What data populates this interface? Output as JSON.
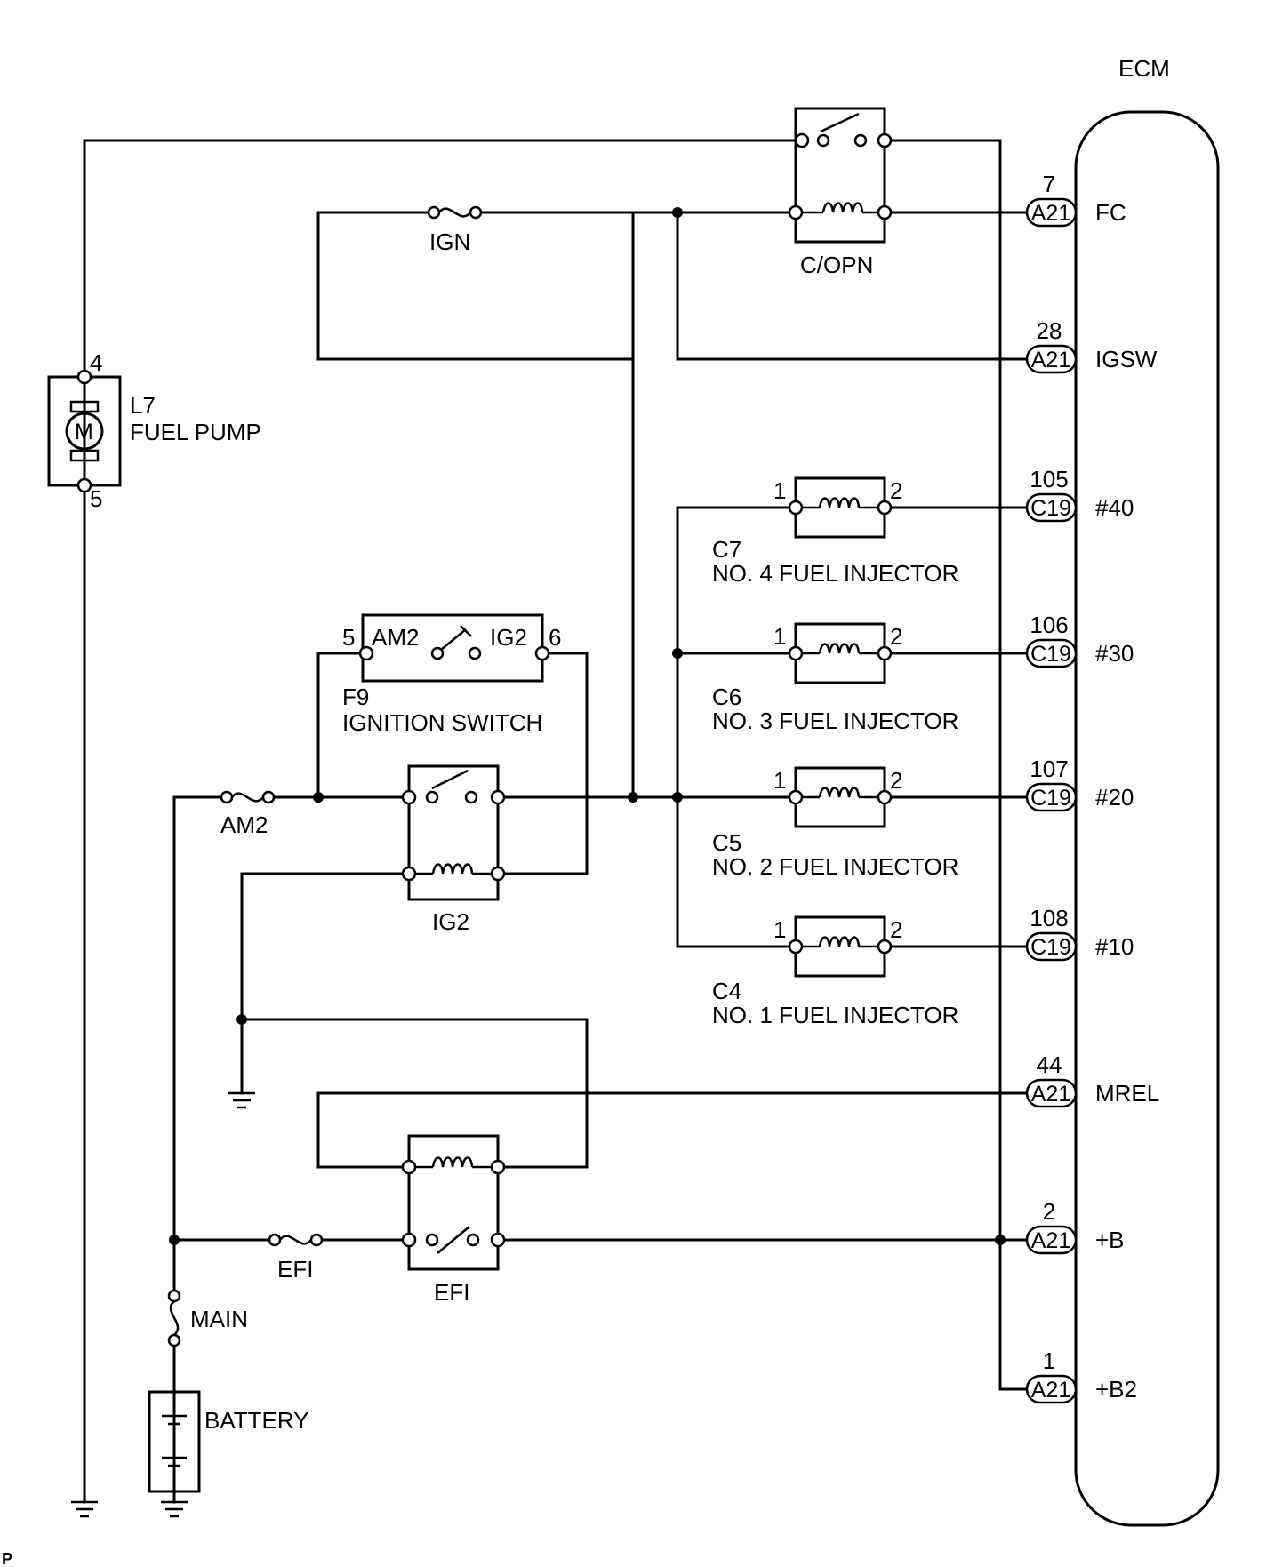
{
  "ecm": {
    "title": "ECM"
  },
  "pins": [
    {
      "num": "7",
      "conn": "A21",
      "name": "FC"
    },
    {
      "num": "28",
      "conn": "A21",
      "name": "IGSW"
    },
    {
      "num": "105",
      "conn": "C19",
      "name": "#40"
    },
    {
      "num": "106",
      "conn": "C19",
      "name": "#30"
    },
    {
      "num": "107",
      "conn": "C19",
      "name": "#20"
    },
    {
      "num": "108",
      "conn": "C19",
      "name": "#10"
    },
    {
      "num": "44",
      "conn": "A21",
      "name": "MREL"
    },
    {
      "num": "2",
      "conn": "A21",
      "name": "+B"
    },
    {
      "num": "1",
      "conn": "A21",
      "name": "+B2"
    }
  ],
  "relays": {
    "copn": "C/OPN",
    "ig2": "IG2",
    "efi": "EFI"
  },
  "fuses": {
    "ign": "IGN",
    "am2": "AM2",
    "efi": "EFI",
    "main": "MAIN"
  },
  "fuel_pump": {
    "code": "L7",
    "name": "FUEL PUMP",
    "pin_top": "4",
    "pin_bottom": "5",
    "motor": "M"
  },
  "ignition_switch": {
    "code": "F9",
    "name": "IGNITION SWITCH",
    "pin_left": "5",
    "pin_right": "6",
    "label_left": "AM2",
    "label_right": "IG2"
  },
  "injectors": [
    {
      "code": "C7",
      "name": "NO. 4 FUEL INJECTOR",
      "pin1": "1",
      "pin2": "2"
    },
    {
      "code": "C6",
      "name": "NO. 3 FUEL INJECTOR",
      "pin1": "1",
      "pin2": "2"
    },
    {
      "code": "C5",
      "name": "NO. 2 FUEL INJECTOR",
      "pin1": "1",
      "pin2": "2"
    },
    {
      "code": "C4",
      "name": "NO. 1 FUEL INJECTOR",
      "pin1": "1",
      "pin2": "2"
    }
  ],
  "battery": {
    "name": "BATTERY"
  },
  "corner_mark": "P"
}
